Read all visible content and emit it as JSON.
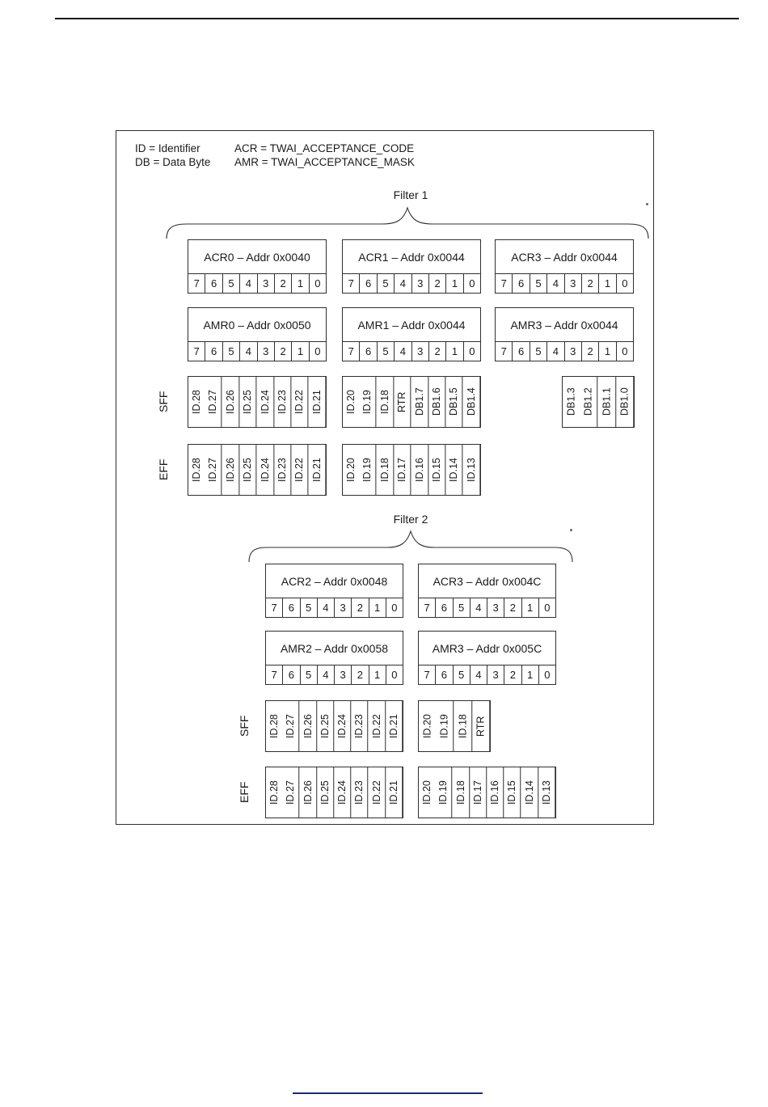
{
  "legend": {
    "abbrev_left": "ID = Identifier\nDB = Data Byte",
    "abbrev_right": "ACR = TWAI_ACCEPTANCE_CODE\nAMR = TWAI_ACCEPTANCE_MASK"
  },
  "shared": {
    "bit_numbers": [
      "7",
      "6",
      "5",
      "4",
      "3",
      "2",
      "1",
      "0"
    ]
  },
  "filters": [
    {
      "label": "Filter 1",
      "acr_titles": [
        "ACR0 – Addr 0x0040",
        "ACR1 – Addr 0x0044",
        "ACR3 – Addr 0x0044"
      ],
      "amr_titles": [
        "AMR0 – Addr 0x0050",
        "AMR1 – Addr 0x0044",
        "AMR3 – Addr 0x0044"
      ],
      "sff_label": "SFF",
      "eff_label": "EFF",
      "sff_groups": [
        [
          "ID.28",
          "ID.27",
          "ID.26",
          "ID.25",
          "ID.24",
          "ID.23",
          "ID.22",
          "ID.21"
        ],
        [
          "ID.20",
          "ID.19",
          "ID.18",
          "RTR",
          "DB1.7",
          "DB1.6",
          "DB1.5",
          "DB1.4"
        ],
        [
          "DB1.3",
          "DB1.2",
          "DB1.1",
          "DB1.0"
        ]
      ],
      "eff_groups": [
        [
          "ID.28",
          "ID.27",
          "ID.26",
          "ID.25",
          "ID.24",
          "ID.23",
          "ID.22",
          "ID.21"
        ],
        [
          "ID.20",
          "ID.19",
          "ID.18",
          "ID.17",
          "ID.16",
          "ID.15",
          "ID.14",
          "ID.13"
        ]
      ]
    },
    {
      "label": "Filter 2",
      "acr_titles": [
        "ACR2 – Addr 0x0048",
        "ACR3 – Addr 0x004C"
      ],
      "amr_titles": [
        "AMR2 – Addr 0x0058",
        "AMR3 – Addr 0x005C"
      ],
      "sff_label": "SFF",
      "eff_label": "EFF",
      "sff_groups": [
        [
          "ID.28",
          "ID.27",
          "ID.26",
          "ID.25",
          "ID.24",
          "ID.23",
          "ID.22",
          "ID.21"
        ],
        [
          "ID.20",
          "ID.19",
          "ID.18",
          "RTR"
        ]
      ],
      "eff_groups": [
        [
          "ID.28",
          "ID.27",
          "ID.26",
          "ID.25",
          "ID.24",
          "ID.23",
          "ID.22",
          "ID.21"
        ],
        [
          "ID.20",
          "ID.19",
          "ID.18",
          "ID.17",
          "ID.16",
          "ID.15",
          "ID.14",
          "ID.13"
        ]
      ]
    }
  ],
  "colors": {
    "line": "#2f2f2f",
    "footer_rule": "#1f2a70"
  }
}
